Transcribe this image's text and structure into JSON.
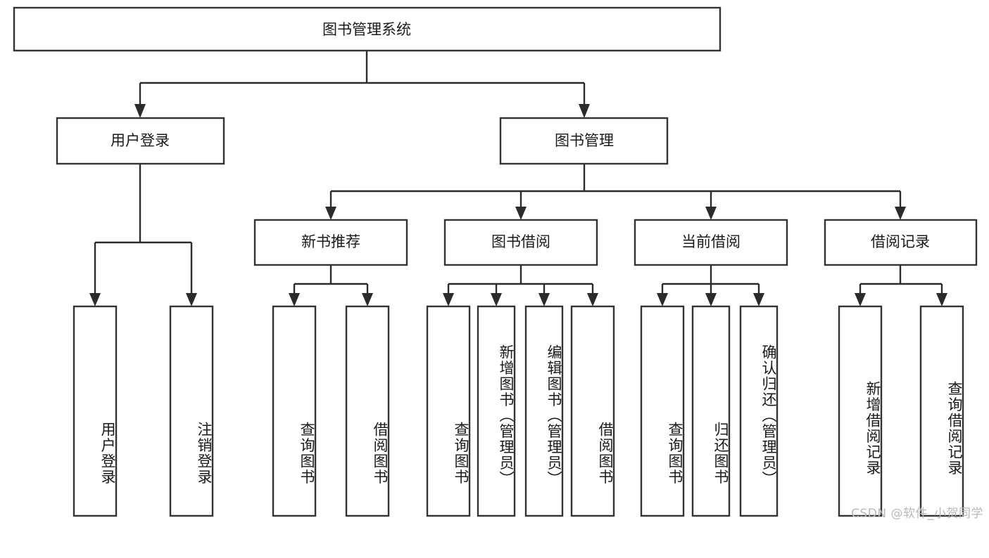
{
  "diagram": {
    "title": "图书管理系统",
    "type": "tree",
    "orientation": "top-down",
    "style": {
      "box_fill": "#ffffff",
      "box_stroke": "#333333",
      "connector_color": "#2b2b2b",
      "text_color": "#1a1a1a",
      "background": "#ffffff",
      "watermark_color": "#b9b9b9"
    },
    "root": {
      "id": "root",
      "label": "图书管理系统",
      "orientation": "horizontal"
    },
    "level2": [
      {
        "id": "user-login",
        "label": "用户登录",
        "orientation": "horizontal"
      },
      {
        "id": "book-manage",
        "label": "图书管理",
        "orientation": "horizontal"
      }
    ],
    "level3": [
      {
        "id": "new-book-recommend",
        "label": "新书推荐",
        "orientation": "horizontal",
        "parent": "book-manage"
      },
      {
        "id": "book-borrow",
        "label": "图书借阅",
        "orientation": "horizontal",
        "parent": "book-manage"
      },
      {
        "id": "current-borrow",
        "label": "当前借阅",
        "orientation": "horizontal",
        "parent": "book-manage"
      },
      {
        "id": "borrow-record",
        "label": "借阅记录",
        "orientation": "horizontal",
        "parent": "book-manage"
      }
    ],
    "leaves": {
      "user-login": [
        {
          "id": "leaf-user-login",
          "label": "用户登录",
          "orientation": "vertical"
        },
        {
          "id": "leaf-logout",
          "label": "注销登录",
          "orientation": "vertical"
        }
      ],
      "new-book-recommend": [
        {
          "id": "leaf-query-book-1",
          "label": "查询图书",
          "orientation": "vertical"
        },
        {
          "id": "leaf-borrow-book-1",
          "label": "借阅图书",
          "orientation": "vertical"
        }
      ],
      "book-borrow": [
        {
          "id": "leaf-query-book-2",
          "label": "查询图书",
          "orientation": "vertical"
        },
        {
          "id": "leaf-add-book",
          "label": "新增图书（管理员）",
          "orientation": "vertical"
        },
        {
          "id": "leaf-edit-book",
          "label": "编辑图书（管理员）",
          "orientation": "vertical"
        },
        {
          "id": "leaf-borrow-book-2",
          "label": "借阅图书",
          "orientation": "vertical"
        }
      ],
      "current-borrow": [
        {
          "id": "leaf-query-book-3",
          "label": "查询图书",
          "orientation": "vertical"
        },
        {
          "id": "leaf-return-book",
          "label": "归还图书",
          "orientation": "vertical"
        },
        {
          "id": "leaf-confirm-return",
          "label": "确认归还（管理员）",
          "orientation": "vertical"
        }
      ],
      "borrow-record": [
        {
          "id": "leaf-add-record",
          "label": "新增借阅记录",
          "orientation": "vertical"
        },
        {
          "id": "leaf-query-record",
          "label": "查询借阅记录",
          "orientation": "vertical"
        }
      ]
    }
  },
  "watermark": {
    "text": "CSDN @软件_小贺同学"
  }
}
